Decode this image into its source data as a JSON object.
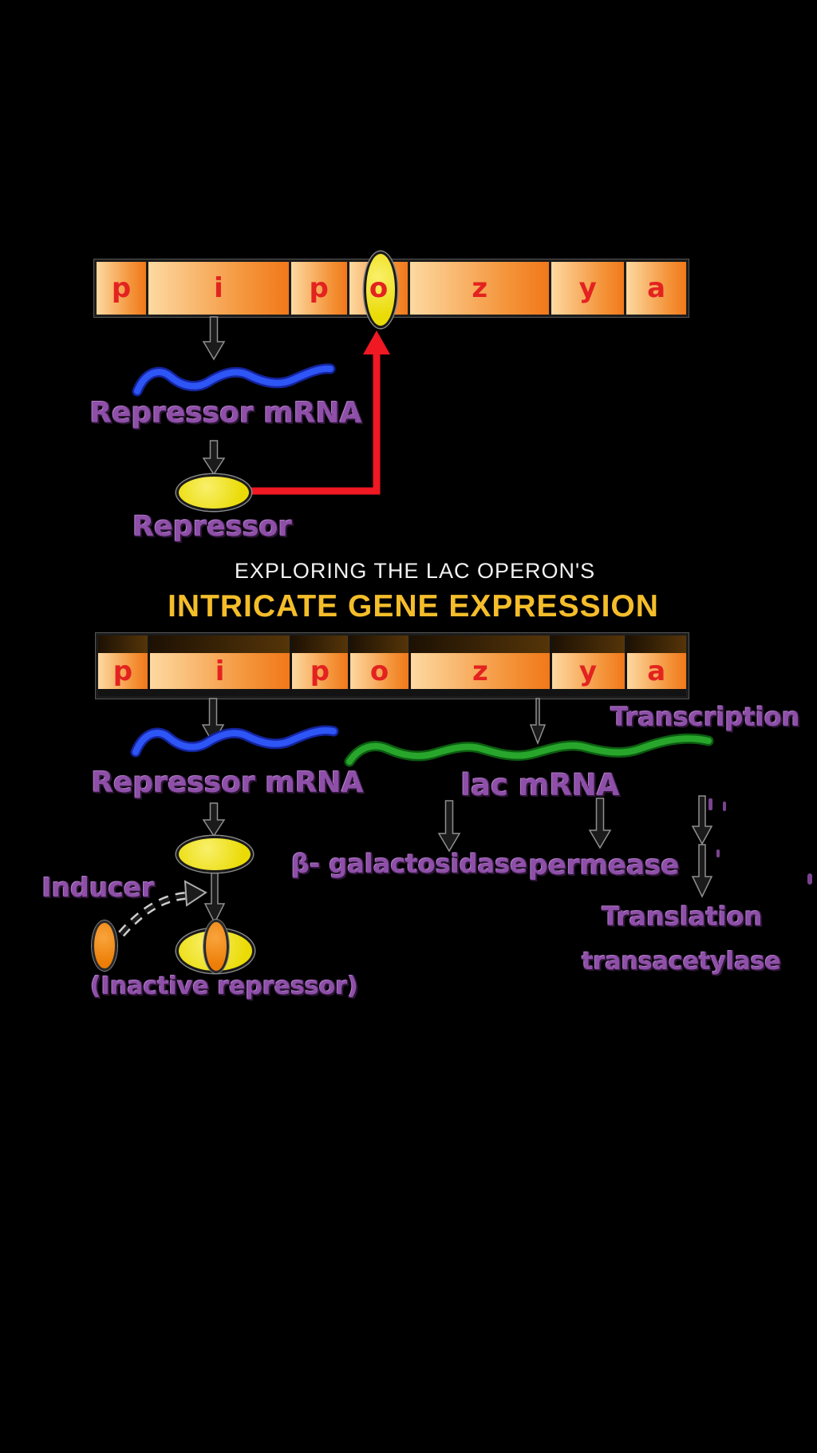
{
  "diagram_title": {
    "line1": "EXPLORING THE LAC OPERON'S",
    "line2": "INTRICATE GENE EXPRESSION"
  },
  "operon_segments": [
    "p",
    "i",
    "p",
    "o",
    "z",
    "y",
    "a"
  ],
  "repressed_state": {
    "repressor_mrna_label": "Repressor mRNA",
    "repressor_label": "Repressor"
  },
  "induced_state": {
    "transcription_label": "Transcription",
    "repressor_mrna_label": "Repressor mRNA",
    "lac_mrna_label": "lac mRNA",
    "beta_galactosidase_label": "β- galactosidase",
    "permease_label": "permease",
    "translation_label": "Translation",
    "transacetylase_label": "transacetylase",
    "inducer_label": "Inducer",
    "inactive_repressor_label": "(Inactive repressor)"
  },
  "colors": {
    "background": "#000000",
    "bar_gradient_light": "#fdd9a1",
    "bar_gradient_dark": "#f1781a",
    "bar_brown_band": "#553509",
    "gene_letter_red": "#e32320",
    "repressor_yellow": "#eadb07",
    "inducer_orange": "#ed7d06",
    "mrna_blue": "#2e55f5",
    "lac_mrna_green": "#28a62c",
    "block_arrow_red": "#f01823",
    "label_purple": "#8e4fa8",
    "title_white": "#f2f2f2",
    "title_yellow": "#f4bd2a"
  }
}
